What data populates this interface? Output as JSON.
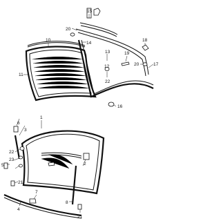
{
  "callouts": {
    "c1": "1",
    "c2": "2",
    "c3": "3",
    "c4": "4",
    "c5": "5",
    "c6": "6",
    "c7": "7",
    "c8": "8",
    "c9": "9",
    "c10": "10",
    "c11": "11",
    "c12": "12",
    "c13": "13",
    "c14": "14",
    "c15": "15",
    "c16": "16",
    "c17": "17",
    "c18": "18",
    "c19": "19",
    "c20a": "20",
    "c20b": "20",
    "c21a": "21",
    "c21b": "21",
    "c22a": "22",
    "c22b": "22",
    "c23": "23"
  }
}
